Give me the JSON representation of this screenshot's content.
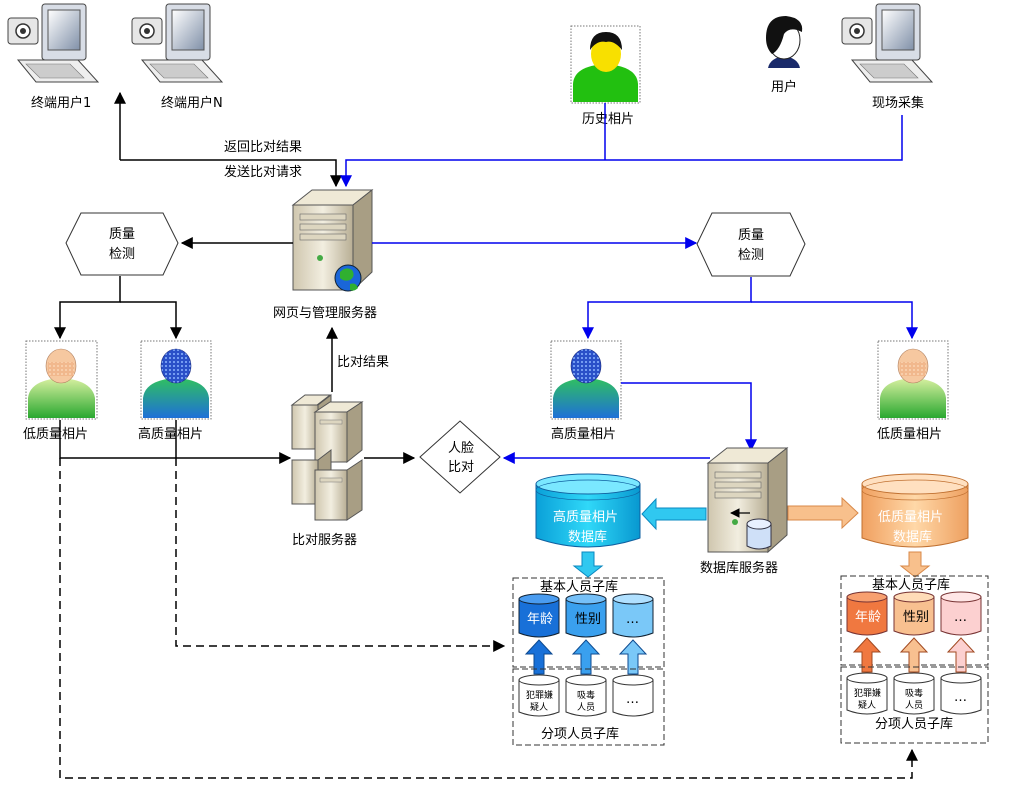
{
  "terminals": {
    "terminal_1": "终端用户1",
    "terminal_n": "终端用户N"
  },
  "top": {
    "history_photo": "历史相片",
    "user": "用户",
    "field_capture": "现场采集"
  },
  "flows": {
    "return_result": "返回比对结果",
    "send_request": "发送比对请求",
    "compare_result": "比对结果"
  },
  "servers": {
    "web_server": "网页与管理服务器",
    "compare_server": "比对服务器",
    "db_server": "数据库服务器"
  },
  "quality_check": {
    "left_line1": "质量",
    "left_line2": "检测",
    "right_line1": "质量",
    "right_line2": "检测"
  },
  "photos": {
    "left_low": "低质量相片",
    "left_high": "高质量相片",
    "right_high": "高质量相片",
    "right_low": "低质量相片"
  },
  "face_compare": {
    "line1": "人脸",
    "line2": "比对"
  },
  "high_db": {
    "line1": "高质量相片",
    "line2": "数据库",
    "base_title": "基本人员子库",
    "age": "年龄",
    "gender": "性别",
    "more": "…",
    "sub_title": "分项人员子库",
    "suspect_line1": "犯罪嫌",
    "suspect_line2": "疑人",
    "drug_line1": "吸毒",
    "drug_line2": "人员",
    "sub_more": "…"
  },
  "low_db": {
    "line1": "低质量相片",
    "line2": "数据库",
    "base_title": "基本人员子库",
    "age": "年龄",
    "gender": "性别",
    "more": "…",
    "sub_title": "分项人员子库",
    "suspect_line1": "犯罪嫌",
    "suspect_line2": "疑人",
    "drug_line1": "吸毒",
    "drug_line2": "人员",
    "sub_more": "…"
  },
  "colors": {
    "blue_line": "#0000ee",
    "black_line": "#000000",
    "high_db_fill": "#1ec8ee",
    "low_db_fill": "#f8c088"
  }
}
